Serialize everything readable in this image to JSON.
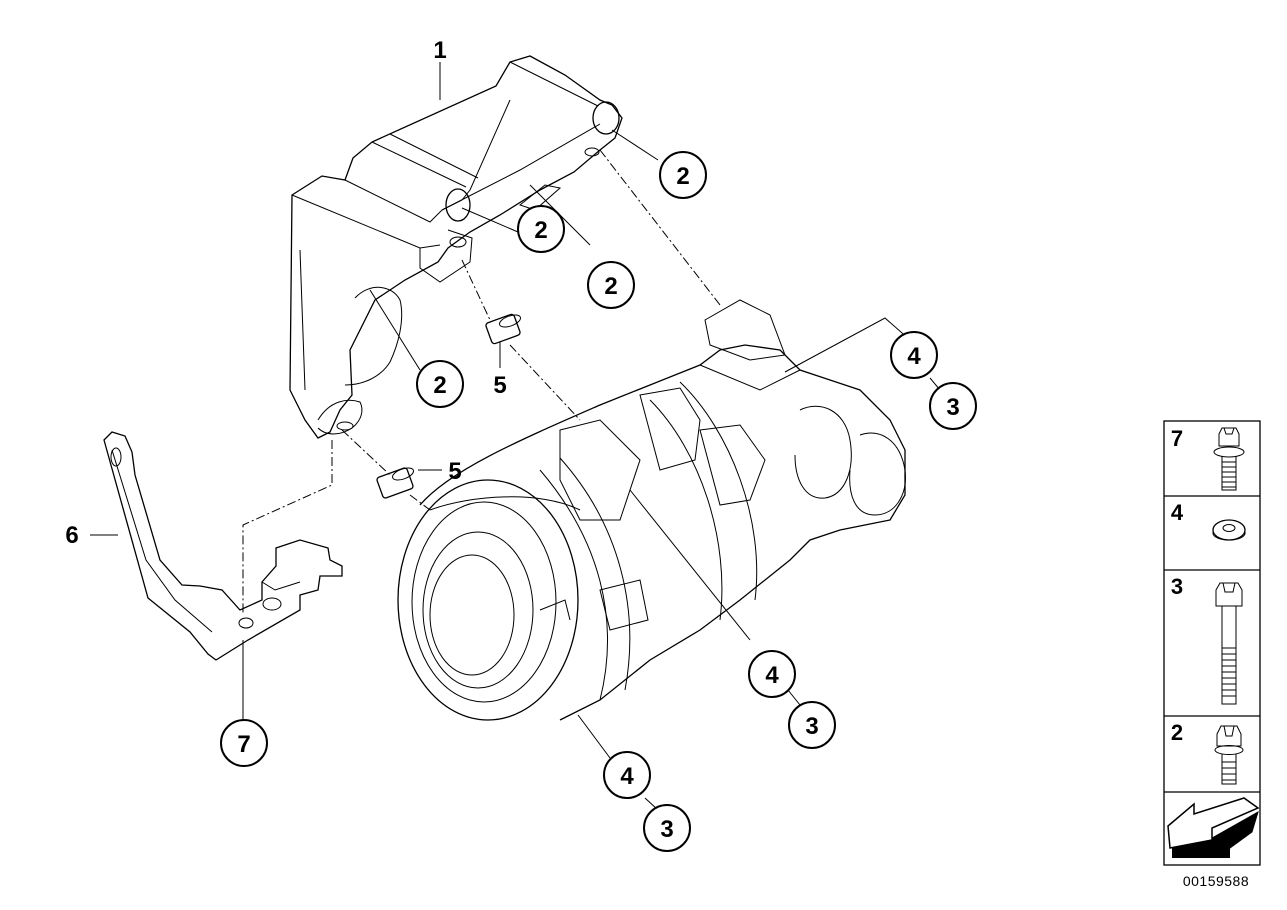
{
  "diagram": {
    "callouts": [
      {
        "id": "c-1",
        "text": "1",
        "style": "plain"
      },
      {
        "id": "c-2a",
        "text": "2",
        "style": "circle"
      },
      {
        "id": "c-2b",
        "text": "2",
        "style": "circle"
      },
      {
        "id": "c-2c",
        "text": "2",
        "style": "circle"
      },
      {
        "id": "c-2d",
        "text": "2",
        "style": "circle"
      },
      {
        "id": "c-4a",
        "text": "4",
        "style": "circle"
      },
      {
        "id": "c-3a",
        "text": "3",
        "style": "circle"
      },
      {
        "id": "c-5a",
        "text": "5",
        "style": "plain"
      },
      {
        "id": "c-5b",
        "text": "5",
        "style": "plain"
      },
      {
        "id": "c-6",
        "text": "6",
        "style": "plain"
      },
      {
        "id": "c-7",
        "text": "7",
        "style": "circle"
      },
      {
        "id": "c-4b",
        "text": "4",
        "style": "circle"
      },
      {
        "id": "c-3b",
        "text": "3",
        "style": "circle"
      },
      {
        "id": "c-4c",
        "text": "4",
        "style": "circle"
      },
      {
        "id": "c-3c",
        "text": "3",
        "style": "circle"
      }
    ],
    "legend": [
      {
        "number": "7",
        "icon": "flange-bolt-icon"
      },
      {
        "number": "4",
        "icon": "washer-icon"
      },
      {
        "number": "3",
        "icon": "long-bolt-icon"
      },
      {
        "number": "2",
        "icon": "hex-bolt-icon"
      }
    ],
    "direction_icon": "front-arrow-icon",
    "diagram_code": "00159588",
    "colors": {
      "ink": "#000000",
      "background": "#ffffff"
    }
  }
}
